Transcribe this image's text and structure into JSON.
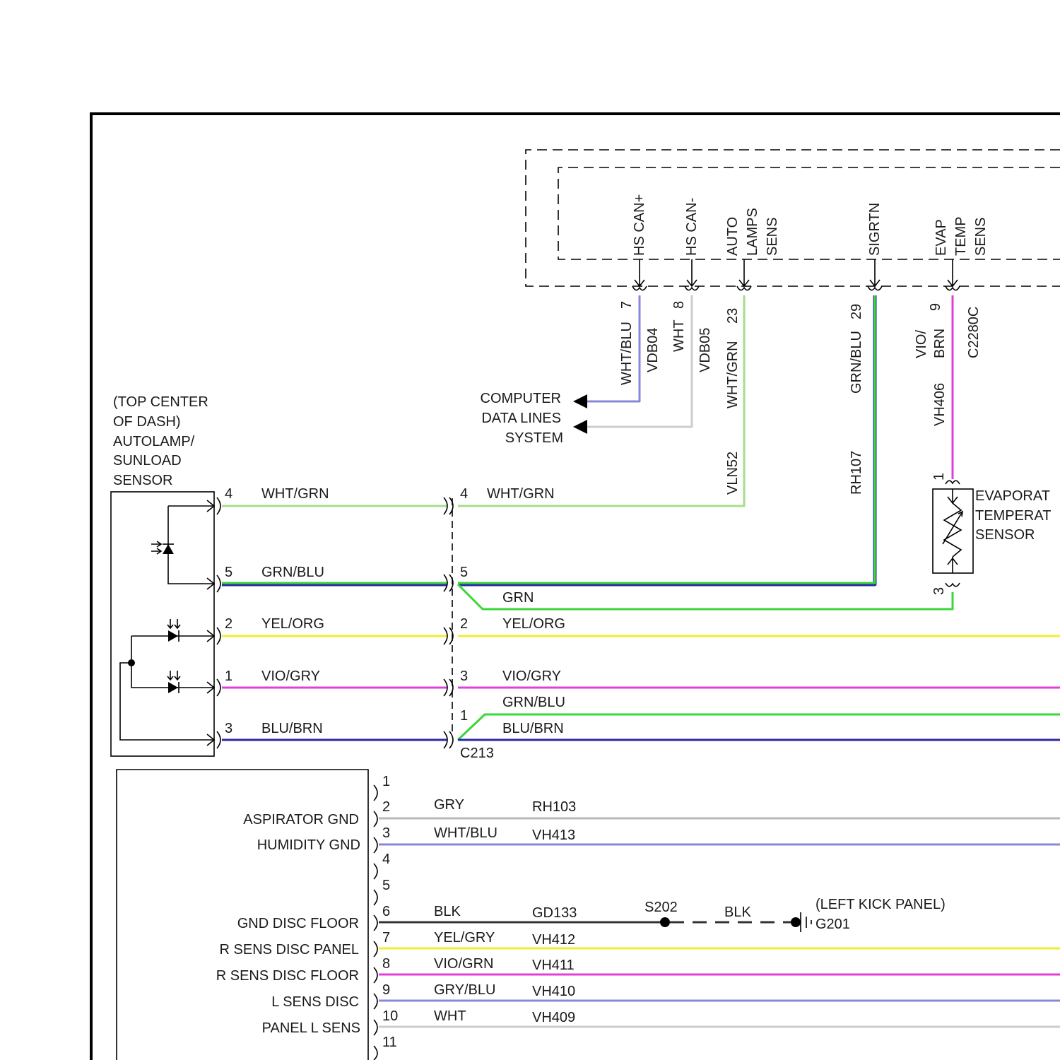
{
  "module_pins": [
    {
      "label": "HS CAN+",
      "pin": "7",
      "color": "WHT/BLU",
      "circuit": "VDB04"
    },
    {
      "label": "HS CAN-",
      "pin": "8",
      "color": "WHT",
      "circuit": "VDB05"
    },
    {
      "label_lines": [
        "AUTO",
        "LAMPS",
        "SENS"
      ],
      "pin": "23",
      "color": "WHT/GRN",
      "circuit": "VLN52"
    },
    {
      "label": "SIGRTN",
      "pin": "29",
      "color": "GRN/BLU",
      "circuit": "RH107"
    },
    {
      "label_lines": [
        "EVAP",
        "TEMP",
        "SENS"
      ],
      "pin": "9",
      "color_lines": [
        "VIO/",
        "BRN"
      ],
      "circuit": "VH406",
      "connector": "C2280C"
    }
  ],
  "data_lines": [
    "COMPUTER",
    "DATA LINES",
    "SYSTEM"
  ],
  "autolamp_sensor": {
    "label_lines": [
      "(TOP CENTER",
      "OF DASH)",
      "AUTOLAMP/",
      "SUNLOAD",
      "SENSOR"
    ],
    "pins": [
      {
        "pin": "4",
        "color": "WHT/GRN"
      },
      {
        "pin": "5",
        "color": "GRN/BLU"
      },
      {
        "pin": "2",
        "color": "YEL/ORG"
      },
      {
        "pin": "1",
        "color": "VIO/GRY"
      },
      {
        "pin": "3",
        "color": "BLU/BRN"
      }
    ]
  },
  "c213": {
    "name": "C213",
    "pins": [
      {
        "pin": "4",
        "color": "WHT/GRN"
      },
      {
        "pin": "5",
        "color": "GRN"
      },
      {
        "pin": "2",
        "color": "YEL/ORG"
      },
      {
        "pin": "3",
        "color": "VIO/GRY"
      },
      {
        "pin": "1",
        "color": "GRN/BLU"
      },
      {
        "pin": "",
        "color": "BLU/BRN"
      }
    ]
  },
  "evap_sensor": {
    "label_lines": [
      "EVAPORAT",
      "TEMPERAT",
      "SENSOR"
    ],
    "pin_top": "1",
    "pin_bottom": "3"
  },
  "lower_module": {
    "labels": [
      "ASPIRATOR GND",
      "HUMIDITY GND",
      "GND DISC FLOOR",
      "R SENS DISC PANEL",
      "R SENS DISC FLOOR",
      "L SENS DISC",
      "PANEL L SENS"
    ],
    "pins": [
      {
        "pin": "1",
        "color": "",
        "circuit": ""
      },
      {
        "pin": "2",
        "color": "GRY",
        "circuit": "RH103"
      },
      {
        "pin": "3",
        "color": "WHT/BLU",
        "circuit": "VH413"
      },
      {
        "pin": "4",
        "color": "",
        "circuit": ""
      },
      {
        "pin": "5",
        "color": "",
        "circuit": ""
      },
      {
        "pin": "6",
        "color": "BLK",
        "circuit": "GD133"
      },
      {
        "pin": "7",
        "color": "YEL/GRY",
        "circuit": "VH412"
      },
      {
        "pin": "8",
        "color": "VIO/GRN",
        "circuit": "VH411"
      },
      {
        "pin": "9",
        "color": "GRY/BLU",
        "circuit": "VH410"
      },
      {
        "pin": "10",
        "color": "WHT",
        "circuit": "VH409"
      },
      {
        "pin": "11",
        "color": "",
        "circuit": ""
      }
    ]
  },
  "splice": {
    "name": "S202",
    "color": "BLK"
  },
  "ground": {
    "name": "G201",
    "location": "(LEFT KICK PANEL)"
  },
  "wire_colors": {
    "wht_grn": "#a6dd8c",
    "grn": "#3ad63a",
    "blu": "#2a2aa8",
    "wht_blu": "#8888d8",
    "wht": "#cccccc",
    "yel": "#eeee30",
    "vio": "#e040d8",
    "gry": "#b8b8b8",
    "blk": "#333333"
  }
}
